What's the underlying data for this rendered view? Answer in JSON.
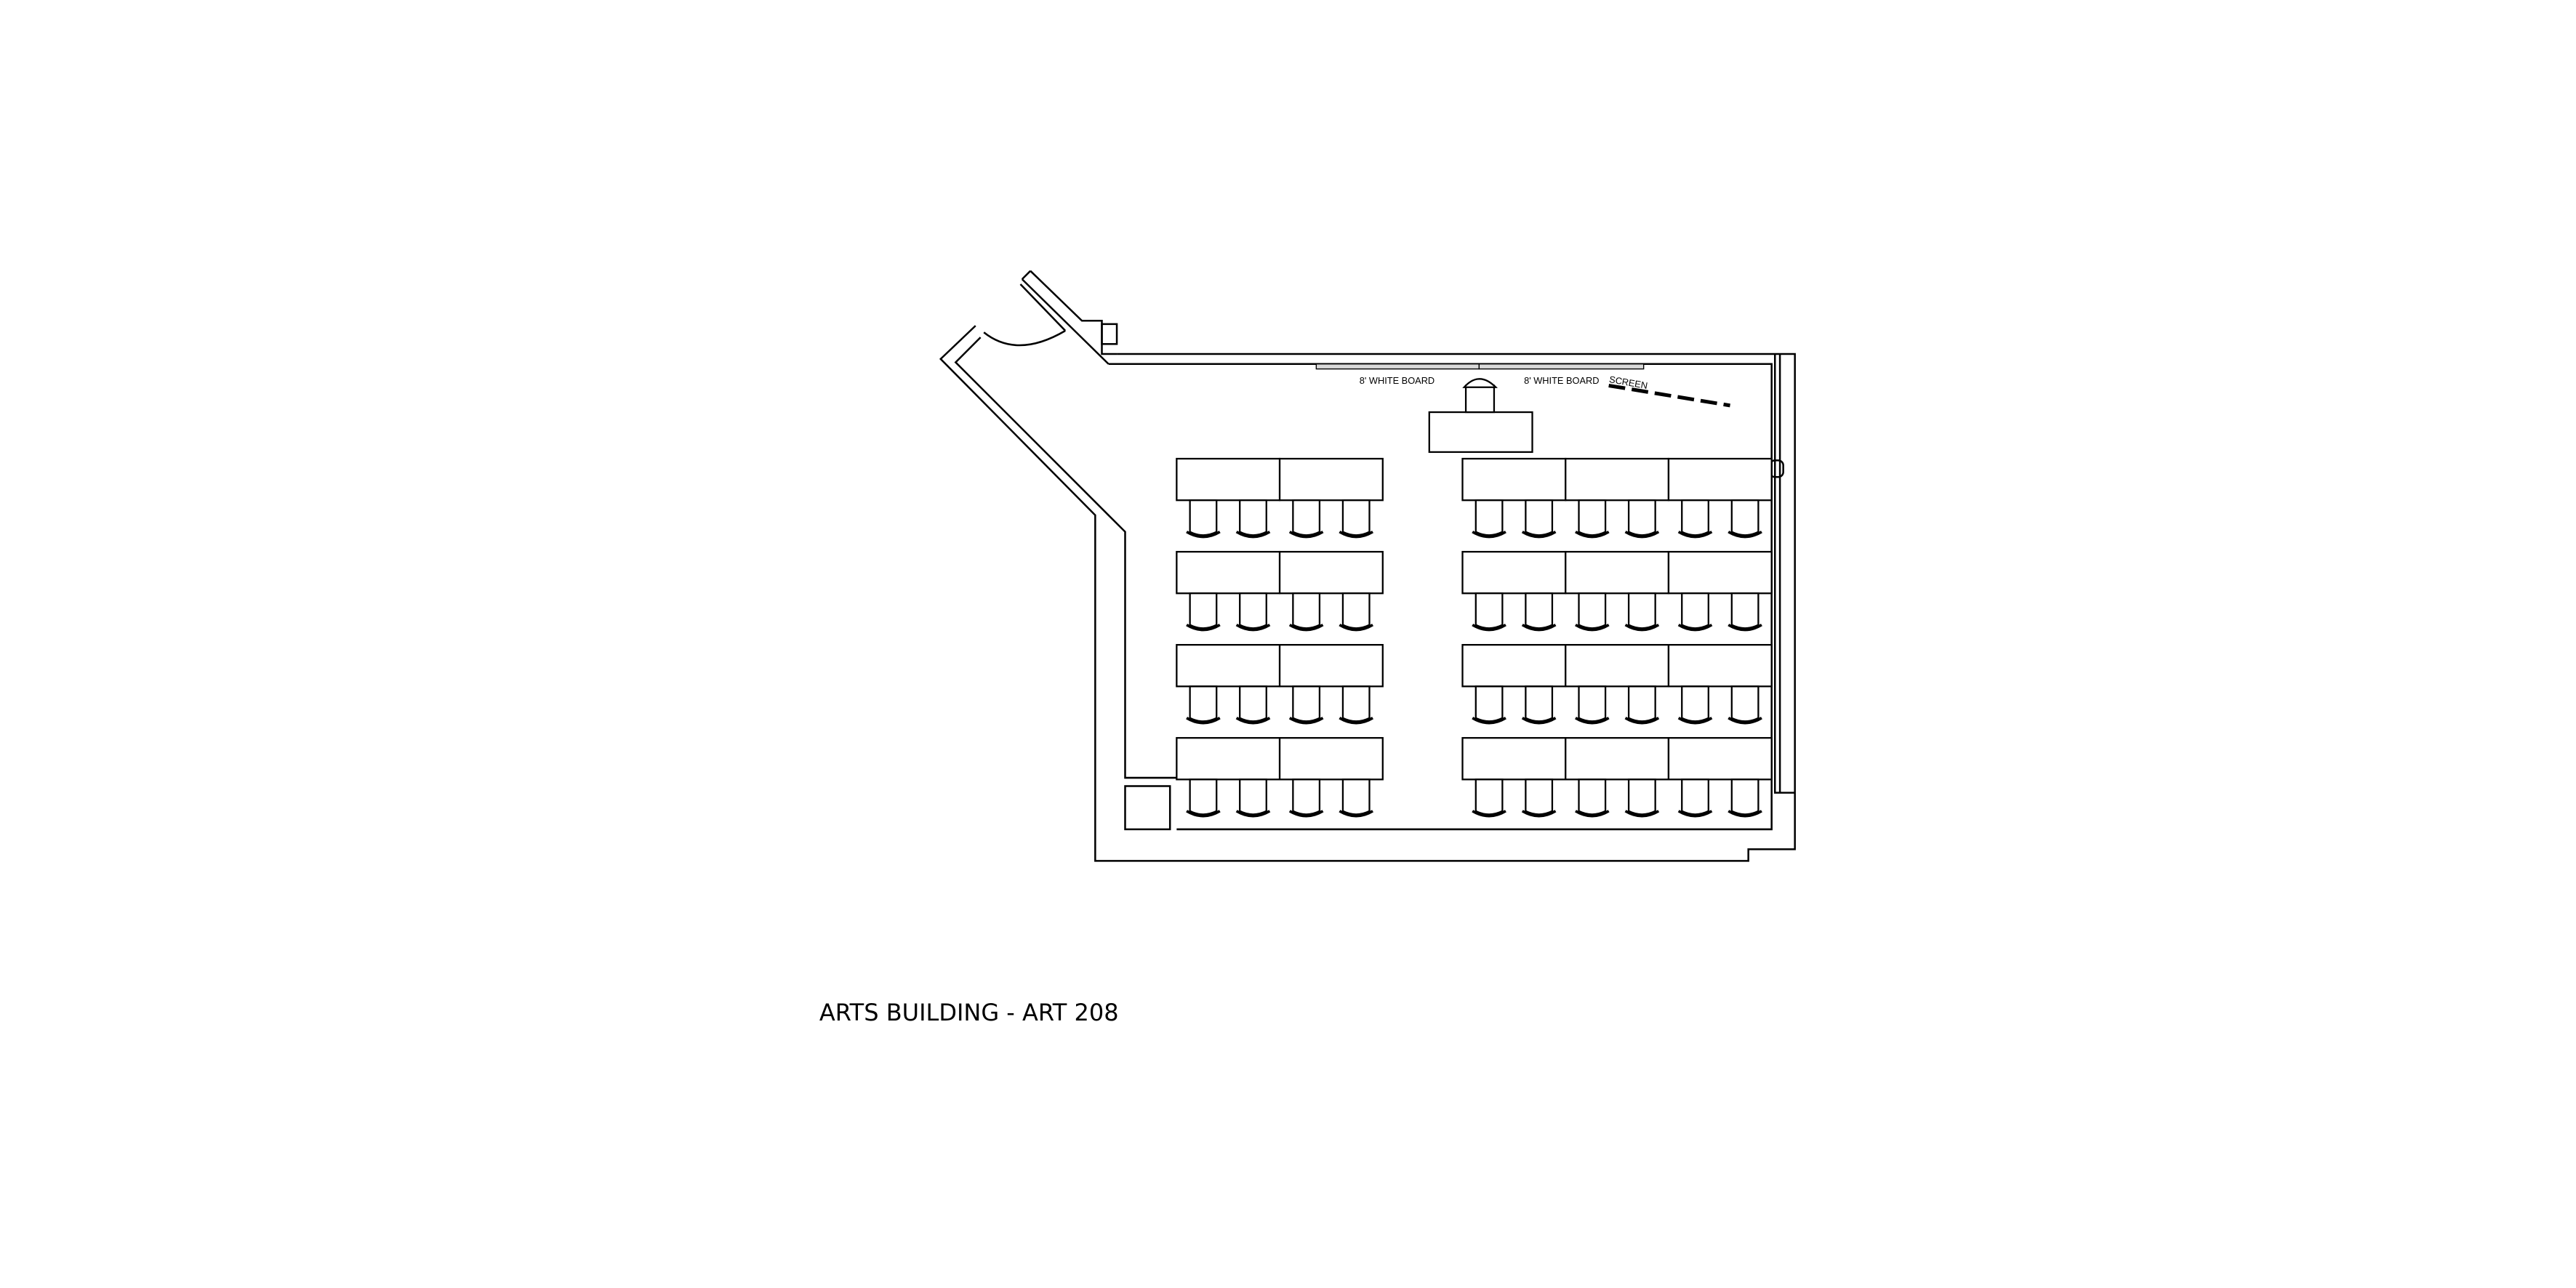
{
  "title": "ARTS BUILDING - ART 208",
  "labels": {
    "whiteboard_left": "8' WHITE BOARD",
    "whiteboard_right": "8' WHITE BOARD",
    "screen": "SCREEN"
  },
  "colors": {
    "line": "#000000",
    "whiteboard_fill": "#d9d9d9",
    "background": "#ffffff"
  }
}
